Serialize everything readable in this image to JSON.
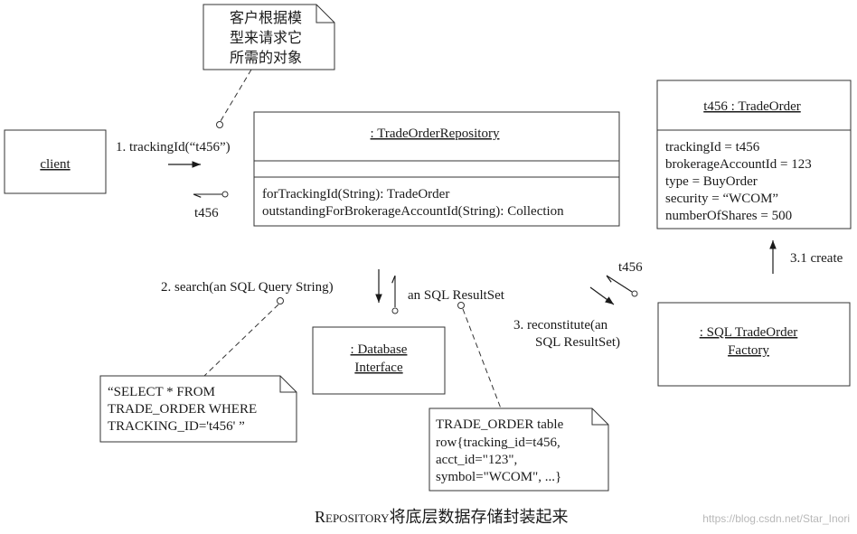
{
  "note_top": [
    "客户根据模",
    "型来请求它",
    "所需的对象"
  ],
  "client_label": "client",
  "msg1_label": "1. trackingId(“t456”)",
  "ret1_label": "t456",
  "repository": {
    "title": ": TradeOrderRepository",
    "methods": [
      "forTrackingId(String): TradeOrder",
      "outstandingForBrokerageAccountId(String): Collection"
    ]
  },
  "trade_order": {
    "title": "t456 : TradeOrder",
    "attributes": [
      "trackingId = t456",
      "brokerageAccountId = 123",
      "type = BuyOrder",
      "security = “WCOM”",
      "numberOfShares = 500"
    ]
  },
  "msg_create": "3.1 create",
  "msg_return_t456": "t456",
  "msg_search": "2. search(an SQL Query String)",
  "msg_resultset": "an SQL ResultSet",
  "msg_reconstitute": [
    "3. reconstitute(an",
    "SQL ResultSet)"
  ],
  "database_interface": [
    ": Database",
    "Interface"
  ],
  "factory": [
    ": SQL TradeOrder",
    "Factory"
  ],
  "note_sql": [
    "“SELECT * FROM",
    "TRADE_ORDER WHERE",
    "TRACKING_ID='t456' ”"
  ],
  "note_table": [
    "TRADE_ORDER table",
    "row{tracking_id=t456,",
    "acct_id=\"123\",",
    "symbol=\"WCOM\", ...}"
  ],
  "caption": {
    "smallcaps": "Repository",
    "rest": "将底层数据存储封装起来"
  },
  "watermark": "https://blog.csdn.net/Star_Inori"
}
